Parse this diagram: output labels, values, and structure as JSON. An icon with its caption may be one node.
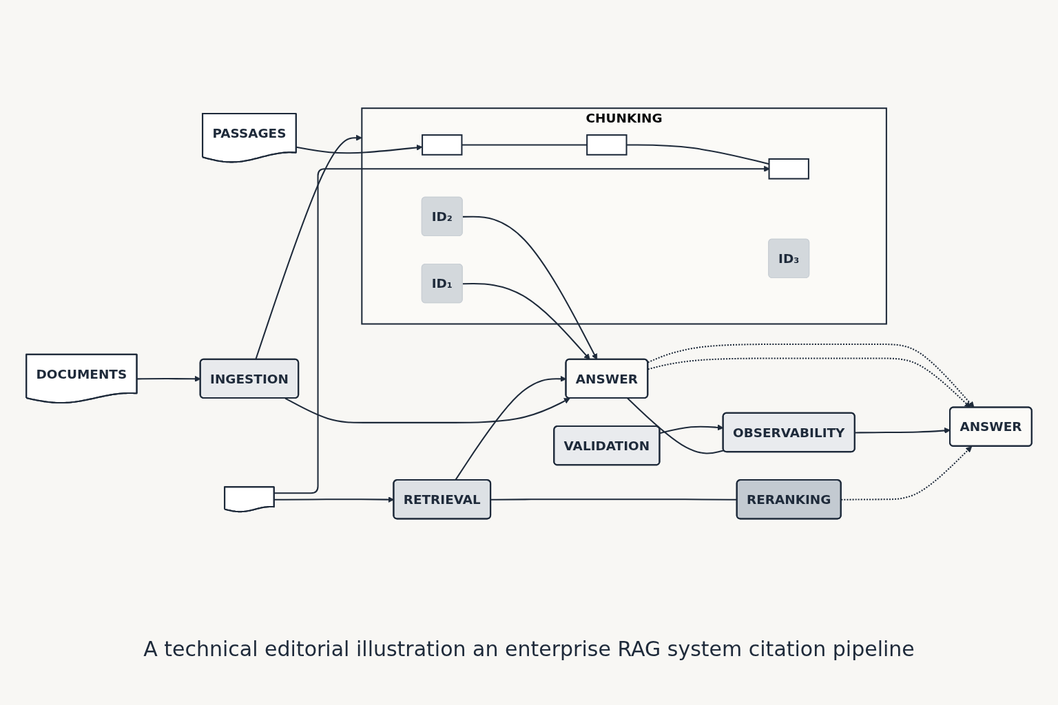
{
  "diagram": {
    "caption": "A technical editorial illustration an enterprise RAG system citation pipeline",
    "nodes": [
      {
        "text": [
          "DOCUMENTS"
        ]
      },
      {
        "text": [
          "PASSAGES"
        ]
      },
      {
        "text": [],
        "shape": "document"
      },
      {
        "text": [
          "INGESTION"
        ]
      },
      {
        "text": [
          "CHUNKING"
        ]
      },
      {
        "text": [],
        "shape": "box",
        "in": 4
      },
      {
        "text": [
          "ID₁"
        ],
        "in": 4
      },
      {
        "text": [],
        "shape": "box",
        "in": 4
      },
      {
        "text": [
          "ID₂"
        ],
        "in": 4
      },
      {
        "text": [],
        "shape": "box",
        "in": 4
      },
      {
        "text": [
          "ID₃"
        ],
        "in": 4
      },
      {
        "text": [
          "RETRIEVAL"
        ]
      },
      {
        "text": [
          "RERANKING"
        ]
      },
      {
        "text": [
          "ANSWER"
        ]
      },
      {
        "text": [
          "VALIDATION"
        ]
      },
      {
        "text": [
          "OBSERVABILITY"
        ]
      },
      {
        "text": [
          "ANSWER"
        ]
      }
    ],
    "edges": [
      {
        "from": 0,
        "to": 3,
        "arrow": "to"
      },
      {
        "from": 1,
        "to": 5,
        "arrow": "to"
      },
      {
        "from": 2,
        "to": 9,
        "arrow": "to"
      },
      {
        "from": 2,
        "to": 11,
        "arrow": "to"
      },
      {
        "from": 3,
        "to": 4,
        "arrow": "to"
      },
      {
        "from": 5,
        "to": 7,
        "arrow": "none"
      },
      {
        "from": 7,
        "to": 9,
        "arrow": "none"
      },
      {
        "from": 3,
        "to": 13,
        "arrow": "to"
      },
      {
        "from": 6,
        "to": 13,
        "arrow": "to"
      },
      {
        "from": 8,
        "to": 13,
        "arrow": "to"
      },
      {
        "from": 11,
        "to": 13,
        "arrow": "to"
      },
      {
        "from": 11,
        "to": 12,
        "arrow": "none"
      },
      {
        "from": 12,
        "to": 16,
        "arrow": "to",
        "style": "dashed"
      },
      {
        "from": 13,
        "to": 15,
        "arrow": "none"
      },
      {
        "from": 14,
        "to": 15,
        "arrow": "to"
      },
      {
        "from": 15,
        "to": 16,
        "arrow": "to"
      },
      {
        "from": 13,
        "to": 16,
        "arrow": "to",
        "style": "dashed"
      },
      {
        "from": 13,
        "to": 16,
        "arrow": "to",
        "style": "dashed"
      }
    ]
  }
}
